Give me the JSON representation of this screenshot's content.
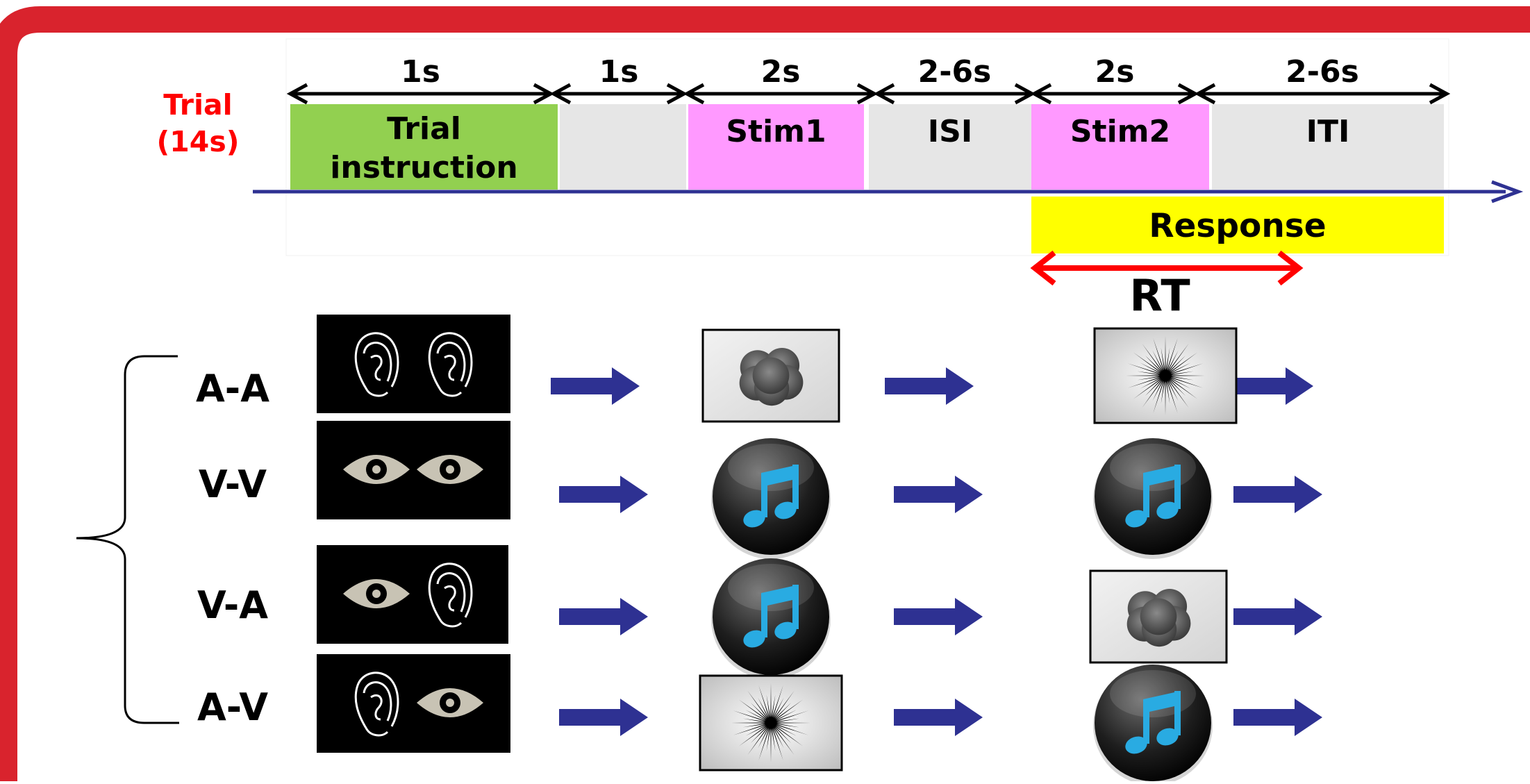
{
  "trial_label": {
    "line1": "Trial",
    "line2": "(14s)"
  },
  "timeline": [
    {
      "duration": "1s",
      "label_lines": [
        "Trial",
        "instruction"
      ],
      "color": "#92d050"
    },
    {
      "duration": "1s",
      "label_lines": [],
      "color": "#e6e6e6"
    },
    {
      "duration": "2s",
      "label_lines": [
        "Stim1"
      ],
      "color": "#ff99ff"
    },
    {
      "duration": "2-6s",
      "label_lines": [
        "ISI"
      ],
      "color": "#e6e6e6"
    },
    {
      "duration": "2s",
      "label_lines": [
        "Stim2"
      ],
      "color": "#ff99ff"
    },
    {
      "duration": "2-6s",
      "label_lines": [
        "ITI"
      ],
      "color": "#e6e6e6"
    }
  ],
  "response": {
    "label": "Response",
    "color": "#ffff00"
  },
  "rt": {
    "label": "RT",
    "color": "#ff0000"
  },
  "conditions": [
    {
      "label": "A-A",
      "cue": [
        "ear",
        "ear"
      ],
      "stim1": "blob",
      "stim2": "star"
    },
    {
      "label": "V-V",
      "cue": [
        "eye",
        "eye"
      ],
      "stim1": "music",
      "stim2": "music"
    },
    {
      "label": "V-A",
      "cue": [
        "eye",
        "ear"
      ],
      "stim1": "music",
      "stim2": "blob"
    },
    {
      "label": "A-V",
      "cue": [
        "ear",
        "eye"
      ],
      "stim1": "star",
      "stim2": "music"
    }
  ],
  "colors": {
    "frame": "#d9232d",
    "axis": "#2e3192",
    "arrow": "#2e3192",
    "music_note": "#29abe2"
  }
}
